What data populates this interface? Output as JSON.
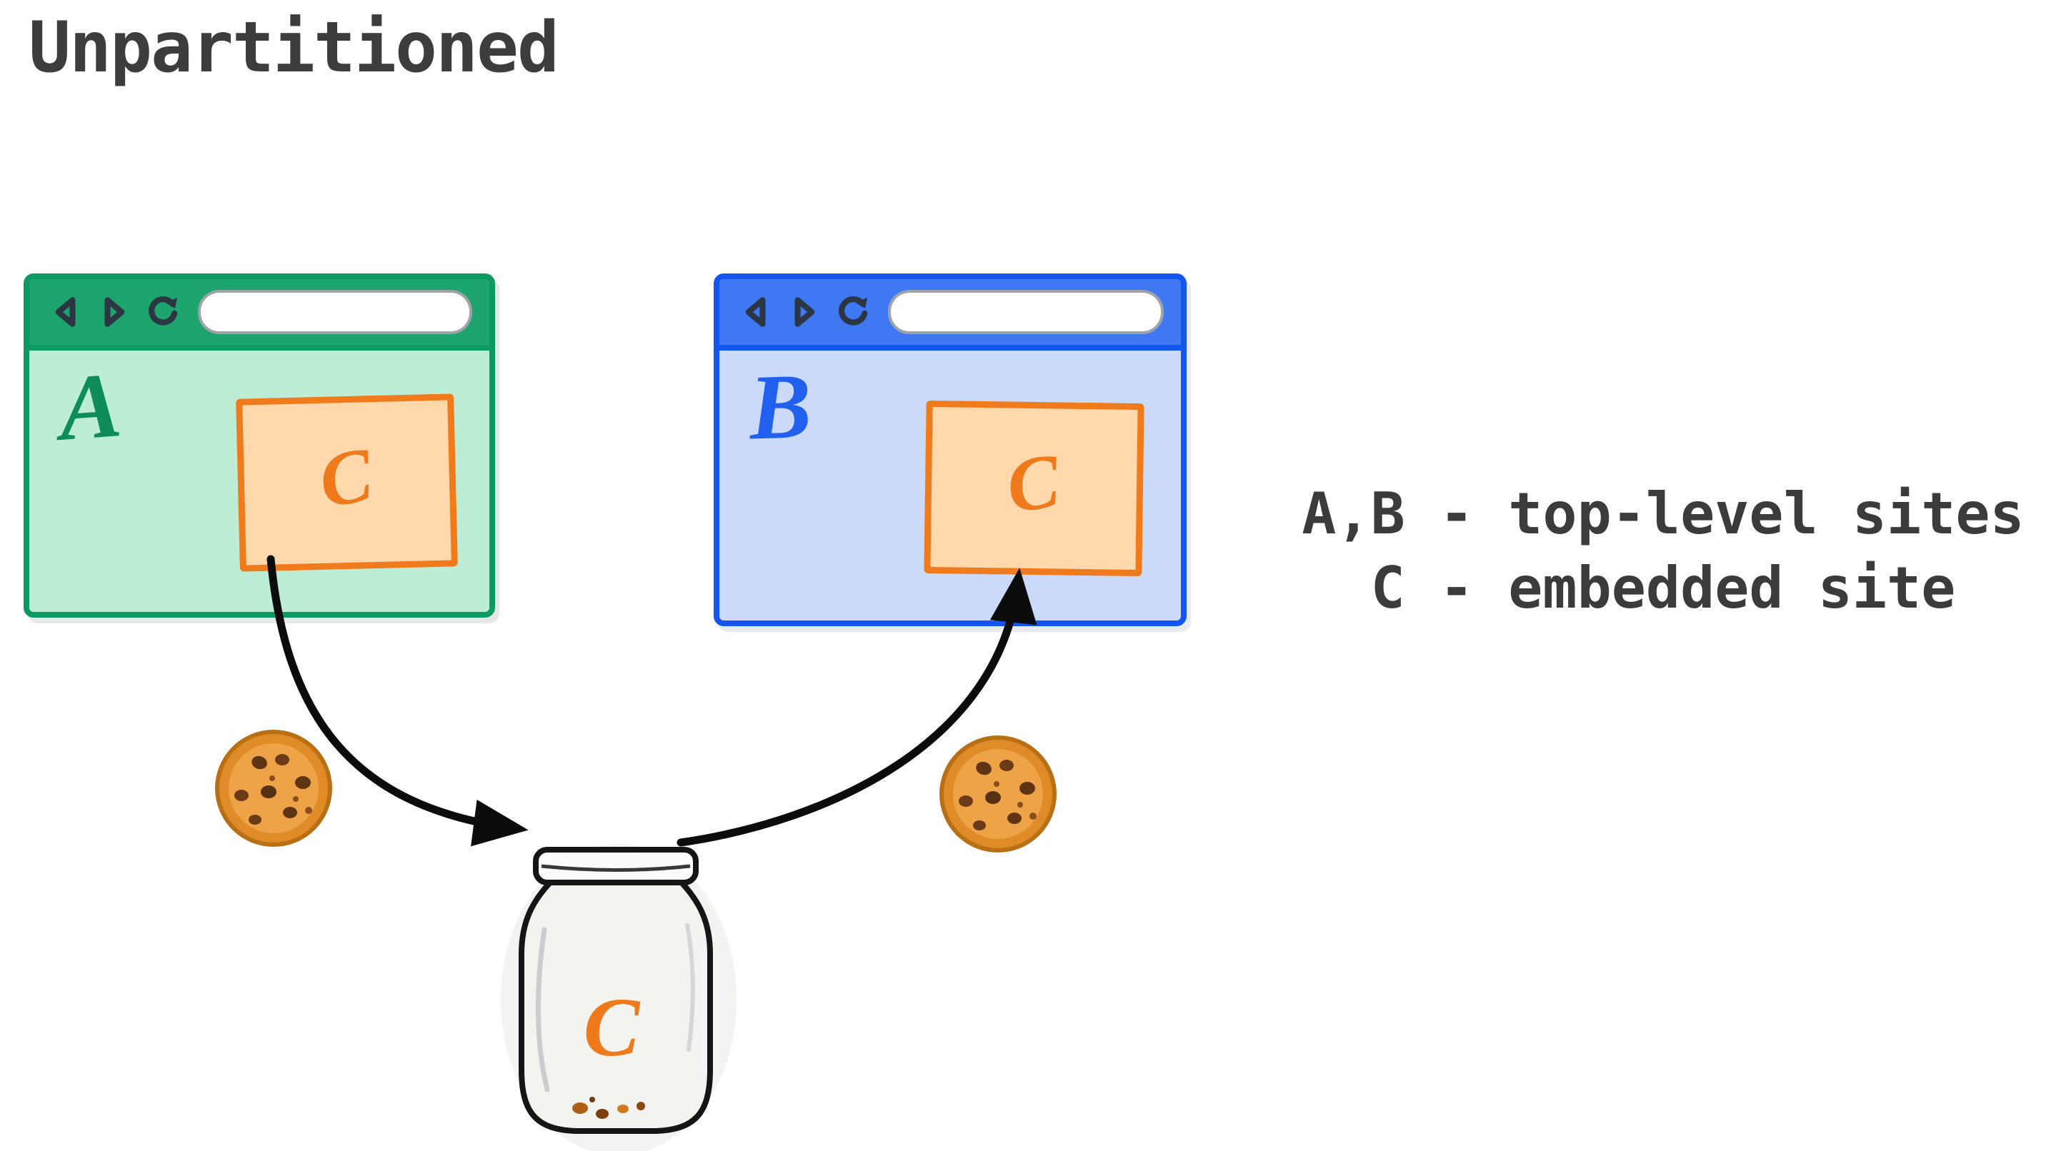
{
  "title": "Unpartitioned",
  "windows": [
    {
      "name": "site-a",
      "label": "A",
      "embedded_label": "C"
    },
    {
      "name": "site-b",
      "label": "B",
      "embedded_label": "C"
    }
  ],
  "jar": {
    "label": "C"
  },
  "legend": {
    "line1": "A,B - top-level sites",
    "line2": "C - embedded site"
  },
  "icons": [
    "back-icon",
    "forward-icon",
    "reload-icon",
    "cookie-icon",
    "cookie-jar-icon"
  ],
  "colors": {
    "site_a_accent": "#0c9a62",
    "site_a_toolbar": "#1ea46f",
    "site_a_body": "#bdeed5",
    "site_a_label": "#0e8c5a",
    "site_b_accent": "#1355ef",
    "site_b_toolbar": "#3e79f3",
    "site_b_body": "#cadaf8",
    "site_b_label": "#2160ee",
    "embed_border": "#f07b1c",
    "embed_fill": "#ffd8ab",
    "embed_label": "#ee7a1b",
    "cookie_base": "#df8b27",
    "cookie_chip": "#5e3413",
    "arrow": "#0c0c0c",
    "text": "#3b3b3b",
    "background": "#ffffff"
  }
}
